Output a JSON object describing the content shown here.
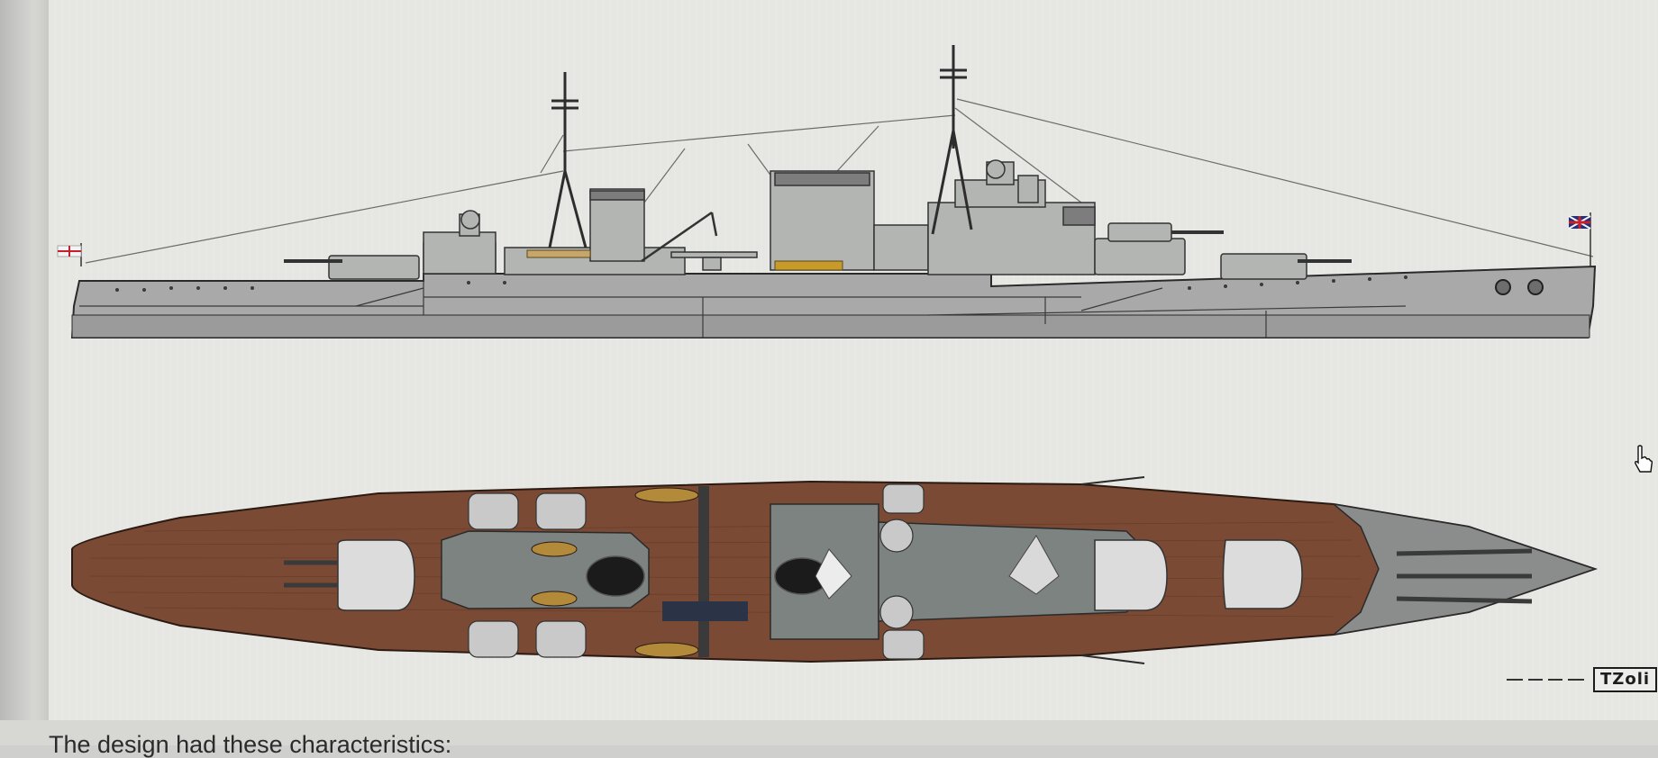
{
  "caption": {
    "text": "The design had these characteristics:"
  },
  "watermark": {
    "text": "TZoli"
  },
  "colors": {
    "hull": "#a9a9a9",
    "hull_dark": "#8a8a8a",
    "deck_wood": "#7a4a34",
    "superstructure": "#b3b5b3",
    "background": "#e6e6e3",
    "ensign_red": "#c8202a"
  },
  "icons": [
    "white-ensign-flag",
    "union-jack-flag",
    "hand-pointer-cursor"
  ]
}
